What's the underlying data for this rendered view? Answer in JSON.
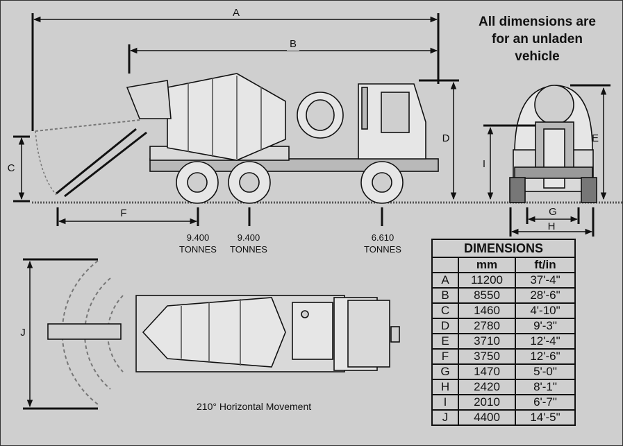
{
  "dimension_letters": [
    "A",
    "B",
    "C",
    "D",
    "E",
    "F",
    "G",
    "H",
    "I",
    "J"
  ],
  "note": {
    "lines": [
      "All dimensions are",
      "for an unladen",
      "vehicle"
    ]
  },
  "axle_loads": [
    {
      "value": "9.400",
      "unit": "TONNES"
    },
    {
      "value": "9.400",
      "unit": "TONNES"
    },
    {
      "value": "6.610",
      "unit": "TONNES"
    }
  ],
  "caption": "210° Horizontal Movement",
  "table": {
    "title": "DIMENSIONS",
    "col_mm": "mm",
    "col_ft": "ft/in",
    "rows": [
      {
        "letter": "A",
        "mm": "11200",
        "ft": "37'-4\""
      },
      {
        "letter": "B",
        "mm": "8550",
        "ft": "28'-6\""
      },
      {
        "letter": "C",
        "mm": "1460",
        "ft": "4'-10\""
      },
      {
        "letter": "D",
        "mm": "2780",
        "ft": "9'-3\""
      },
      {
        "letter": "E",
        "mm": "3710",
        "ft": "12'-4\""
      },
      {
        "letter": "F",
        "mm": "3750",
        "ft": "12'-6\""
      },
      {
        "letter": "G",
        "mm": "1470",
        "ft": "5'-0\""
      },
      {
        "letter": "H",
        "mm": "2420",
        "ft": "8'-1\""
      },
      {
        "letter": "I",
        "mm": "2010",
        "ft": "6'-7\""
      },
      {
        "letter": "J",
        "mm": "4400",
        "ft": "14'-5\""
      }
    ]
  },
  "colors": {
    "background": "#cfcfcf",
    "ink": "#111111",
    "fill_light": "#e6e6e6",
    "fill_mid": "#b9b9b9"
  }
}
